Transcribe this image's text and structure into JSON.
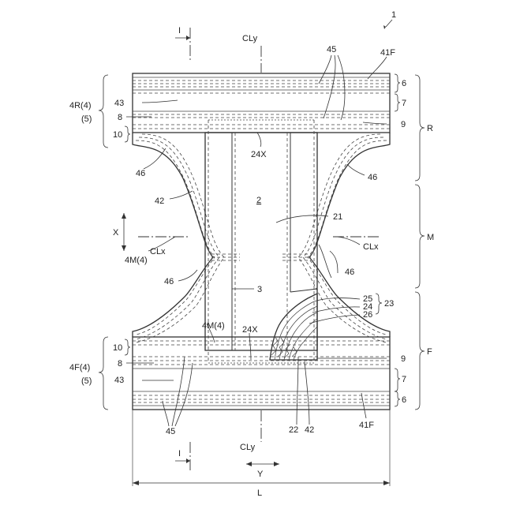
{
  "figure_number": "1",
  "labels": {
    "cly_top": "CLy",
    "cly_bottom": "CLy",
    "section_top": "I",
    "section_bottom": "I",
    "ref_45_top": "45",
    "ref_41F_top": "41F",
    "ref_6_top": "6",
    "ref_7_top": "7",
    "ref_9_top": "9",
    "ref_R": "R",
    "ref_4R": "4R(4)",
    "ref_5_top": "(5)",
    "ref_43_top": "43",
    "ref_8_top": "8",
    "ref_10_top": "10",
    "ref_24X_top": "24X",
    "ref_46_left_top": "46",
    "ref_46_right_top": "46",
    "ref_42_left": "42",
    "ref_2": "2",
    "ref_21": "21",
    "ref_M": "M",
    "ref_X": "X",
    "ref_CLx_left": "CLx",
    "ref_CLx_right": "CLx",
    "ref_4M_left": "4M(4)",
    "ref_46_left_mid": "46",
    "ref_46_right_mid": "46",
    "ref_3": "3",
    "ref_25": "25",
    "ref_24": "24",
    "ref_26": "26",
    "ref_23": "23",
    "ref_4M_center": "4M(4)",
    "ref_24X_bottom": "24X",
    "ref_10_bottom": "10",
    "ref_9_bottom": "9",
    "ref_F": "F",
    "ref_4F": "4F(4)",
    "ref_5_bottom": "(5)",
    "ref_8_bottom": "8",
    "ref_43_bottom": "43",
    "ref_7_bottom": "7",
    "ref_6_bottom": "6",
    "ref_45_bottom": "45",
    "ref_22": "22",
    "ref_42_bottom": "42",
    "ref_41F_bottom": "41F",
    "ref_Y": "Y",
    "ref_L": "L"
  }
}
